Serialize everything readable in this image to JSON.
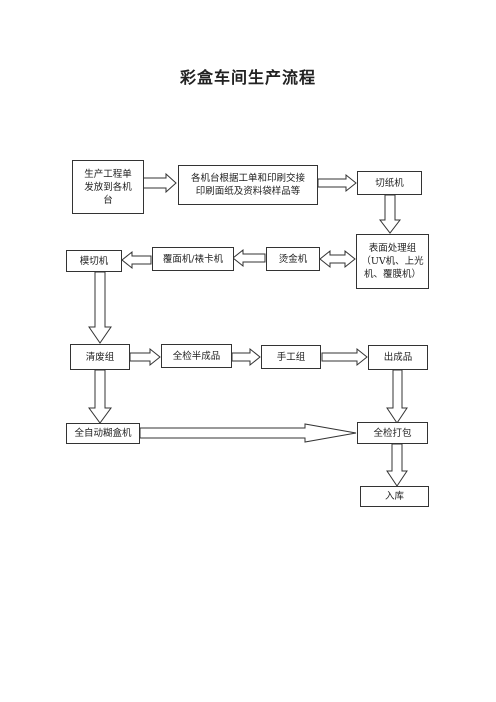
{
  "title": "彩盒车间生产流程",
  "nodes": {
    "engineering_order": "生产工程单\n发放到各机\n台",
    "print_handover": "各机台根据工单和印刷交接\n印刷面纸及资料袋样品等",
    "paper_cutter": "切纸机",
    "surface_treatment": "表面处理组\n（UV机、上光\n机、覆膜机）",
    "hot_stamping": "烫金机",
    "laminating": "覆面机/裱卡机",
    "die_cutting": "模切机",
    "waste_stripping": "清废组",
    "semi_inspection": "全检半成品",
    "manual_group": "手工组",
    "finished_goods": "出成品",
    "auto_gluer": "全自动糊盒机",
    "inspect_pack": "全检打包",
    "warehouse": "入库"
  }
}
